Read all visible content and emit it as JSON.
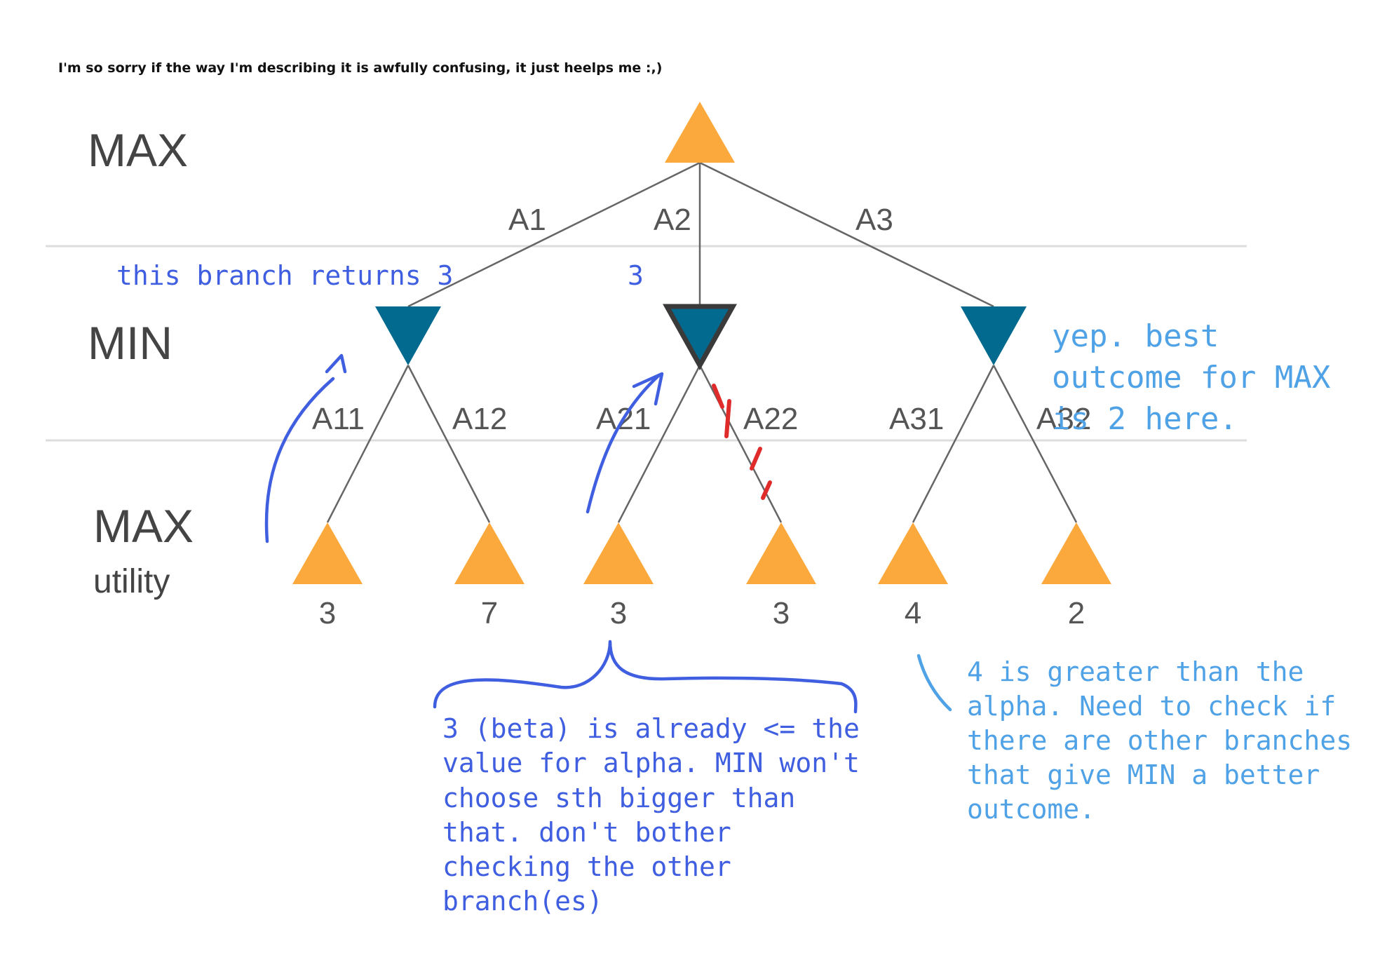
{
  "header_note": "I'm so sorry if the way I'm describing it is awfully confusing, it just heelps me :,)",
  "levels": {
    "max_top": "MAX",
    "min": "MIN",
    "max_bottom": "MAX",
    "utility": "utility"
  },
  "edges": {
    "a1": "A1",
    "a2": "A2",
    "a3": "A3",
    "a11": "A11",
    "a12": "A12",
    "a21": "A21",
    "a22": "A22",
    "a31": "A31",
    "a32": "A32"
  },
  "leaf_values": [
    "3",
    "7",
    "3",
    "3",
    "4",
    "2"
  ],
  "annotations": {
    "branch_returns": "this branch returns 3",
    "middle_value": "3",
    "right_note": [
      "yep. best",
      "outcome for MAX",
      "is 2 here."
    ],
    "bottom_note": [
      "3 (beta) is already <= the",
      "value for alpha. MIN won't",
      "choose sth bigger than",
      "that. don't bother",
      "checking the other",
      "branch(es)"
    ],
    "alpha_note": [
      "4 is greater than the",
      "alpha. Need to check if",
      "there are other branches",
      "that give MIN a better",
      "outcome."
    ]
  },
  "colors": {
    "max_node": "#FBA93C",
    "min_node": "#036A8F",
    "edge": "#666666",
    "ink_blue": "#3F5EE0",
    "ink_light_blue": "#4FA2E6",
    "prune_red": "#E02B2B"
  }
}
